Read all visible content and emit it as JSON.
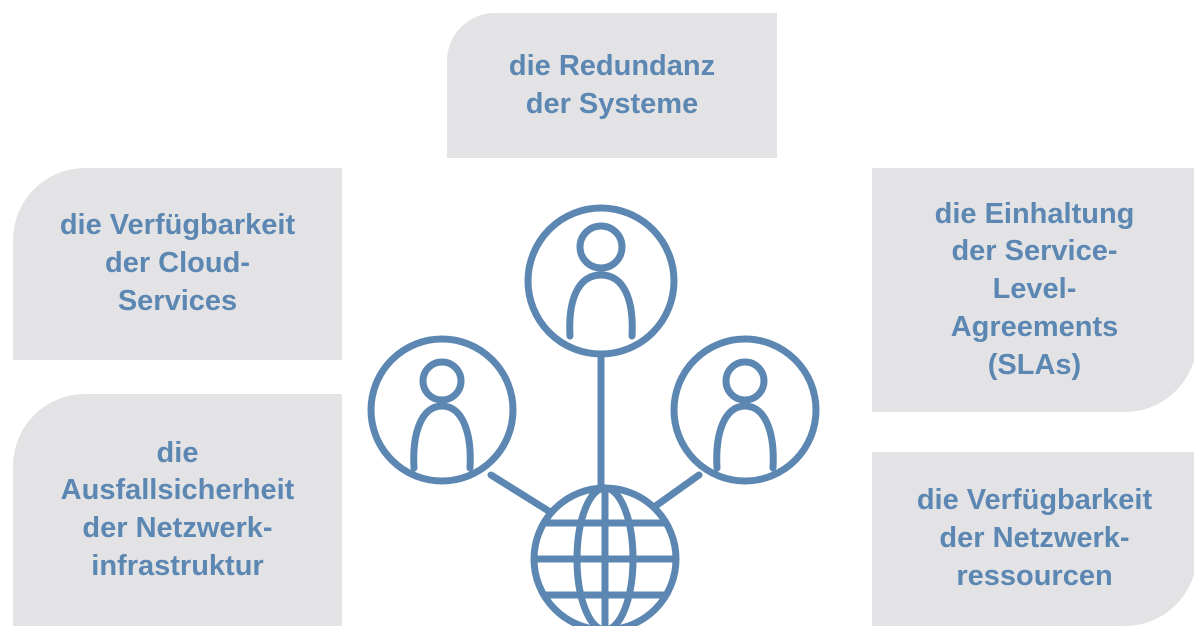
{
  "boxes": {
    "redundanz": {
      "lines": [
        "die Redundanz",
        "der Systeme"
      ]
    },
    "cloud": {
      "lines": [
        "die Verfügbarkeit",
        "der Cloud-",
        "Services"
      ]
    },
    "ausfall": {
      "lines": [
        "die",
        "Ausfallsicherheit",
        "der Netzwerk-",
        "infrastruktur"
      ]
    },
    "sla": {
      "lines": [
        "die Einhaltung",
        "der Service-",
        "Level-",
        "Agreements",
        "(SLAs)"
      ]
    },
    "netzwerk": {
      "lines": [
        "die Verfügbarkeit",
        "der Netzwerk-",
        "ressourcen"
      ]
    }
  },
  "colors": {
    "box_fill": "#e3e3e6",
    "text": "#5b87b2",
    "icon_stroke": "#5b87b2"
  },
  "icons": [
    "user-icon",
    "user-icon",
    "user-icon",
    "globe-icon"
  ]
}
